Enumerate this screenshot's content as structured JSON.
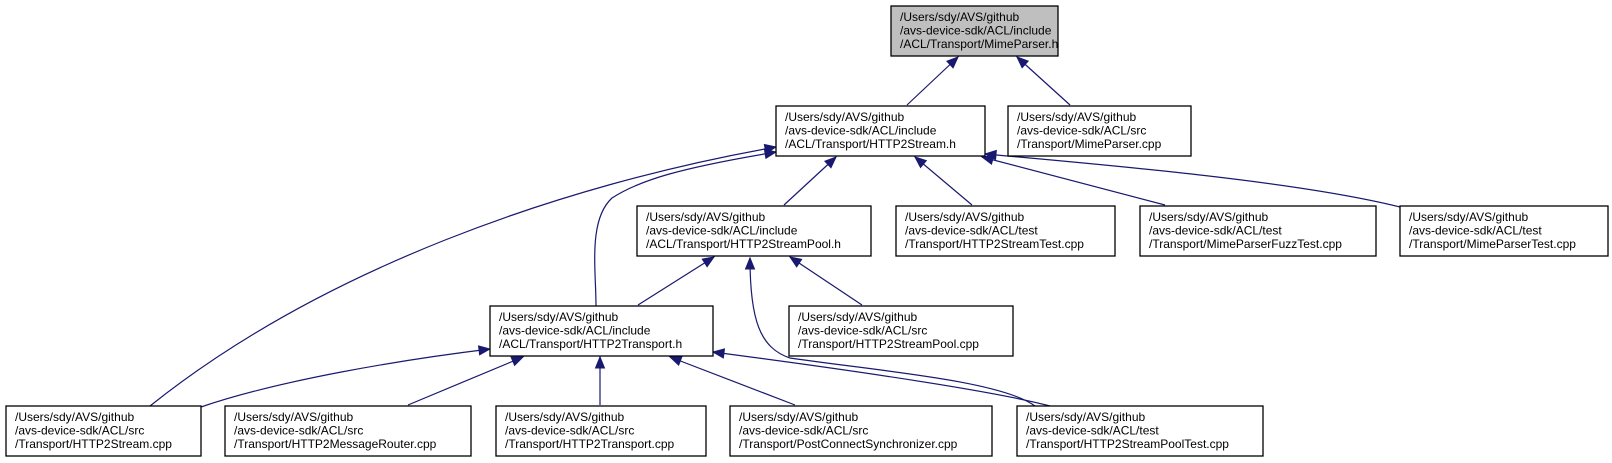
{
  "graph": {
    "root_fill": "#bfbfbf",
    "node_fill": "#ffffff",
    "edge_color": "#191970",
    "nodes": [
      {
        "id": "mimeparser_h",
        "lines": [
          "/Users/sdy/AVS/github",
          "/avs-device-sdk/ACL/include",
          "/ACL/Transport/MimeParser.h"
        ],
        "root": true
      },
      {
        "id": "http2stream_h",
        "lines": [
          "/Users/sdy/AVS/github",
          "/avs-device-sdk/ACL/include",
          "/ACL/Transport/HTTP2Stream.h"
        ]
      },
      {
        "id": "mimeparser_cpp",
        "lines": [
          "/Users/sdy/AVS/github",
          "/avs-device-sdk/ACL/src",
          "/Transport/MimeParser.cpp"
        ]
      },
      {
        "id": "http2streampool_h",
        "lines": [
          "/Users/sdy/AVS/github",
          "/avs-device-sdk/ACL/include",
          "/ACL/Transport/HTTP2StreamPool.h"
        ]
      },
      {
        "id": "http2streamtest_cpp",
        "lines": [
          "/Users/sdy/AVS/github",
          "/avs-device-sdk/ACL/test",
          "/Transport/HTTP2StreamTest.cpp"
        ]
      },
      {
        "id": "mimeparserfuzztest_cpp",
        "lines": [
          "/Users/sdy/AVS/github",
          "/avs-device-sdk/ACL/test",
          "/Transport/MimeParserFuzzTest.cpp"
        ]
      },
      {
        "id": "mimeparsertest_cpp",
        "lines": [
          "/Users/sdy/AVS/github",
          "/avs-device-sdk/ACL/test",
          "/Transport/MimeParserTest.cpp"
        ]
      },
      {
        "id": "http2transport_h",
        "lines": [
          "/Users/sdy/AVS/github",
          "/avs-device-sdk/ACL/include",
          "/ACL/Transport/HTTP2Transport.h"
        ]
      },
      {
        "id": "http2streampool_cpp",
        "lines": [
          "/Users/sdy/AVS/github",
          "/avs-device-sdk/ACL/src",
          "/Transport/HTTP2StreamPool.cpp"
        ]
      },
      {
        "id": "http2stream_cpp",
        "lines": [
          "/Users/sdy/AVS/github",
          "/avs-device-sdk/ACL/src",
          "/Transport/HTTP2Stream.cpp"
        ]
      },
      {
        "id": "http2messagerouter_cpp",
        "lines": [
          "/Users/sdy/AVS/github",
          "/avs-device-sdk/ACL/src",
          "/Transport/HTTP2MessageRouter.cpp"
        ]
      },
      {
        "id": "http2transport_cpp",
        "lines": [
          "/Users/sdy/AVS/github",
          "/avs-device-sdk/ACL/src",
          "/Transport/HTTP2Transport.cpp"
        ]
      },
      {
        "id": "postconnectsynchronizer_cpp",
        "lines": [
          "/Users/sdy/AVS/github",
          "/avs-device-sdk/ACL/src",
          "/Transport/PostConnectSynchronizer.cpp"
        ]
      },
      {
        "id": "http2streampooltest_cpp",
        "lines": [
          "/Users/sdy/AVS/github",
          "/avs-device-sdk/ACL/test",
          "/Transport/HTTP2StreamPoolTest.cpp"
        ]
      }
    ],
    "edges": [
      {
        "from": "mimeparser_h",
        "to": "http2stream_h"
      },
      {
        "from": "mimeparser_h",
        "to": "mimeparser_cpp"
      },
      {
        "from": "http2stream_h",
        "to": "http2streampool_h"
      },
      {
        "from": "http2stream_h",
        "to": "http2streamtest_cpp"
      },
      {
        "from": "http2stream_h",
        "to": "mimeparserfuzztest_cpp"
      },
      {
        "from": "http2stream_h",
        "to": "mimeparsertest_cpp"
      },
      {
        "from": "http2stream_h",
        "to": "http2stream_cpp"
      },
      {
        "from": "http2stream_h",
        "to": "http2transport_h"
      },
      {
        "from": "http2streampool_h",
        "to": "http2transport_h"
      },
      {
        "from": "http2streampool_h",
        "to": "http2streampool_cpp"
      },
      {
        "from": "http2streampool_h",
        "to": "http2streampooltest_cpp"
      },
      {
        "from": "http2transport_h",
        "to": "http2stream_cpp"
      },
      {
        "from": "http2transport_h",
        "to": "http2messagerouter_cpp"
      },
      {
        "from": "http2transport_h",
        "to": "http2transport_cpp"
      },
      {
        "from": "http2transport_h",
        "to": "postconnectsynchronizer_cpp"
      },
      {
        "from": "http2transport_h",
        "to": "http2streampooltest_cpp"
      }
    ]
  }
}
